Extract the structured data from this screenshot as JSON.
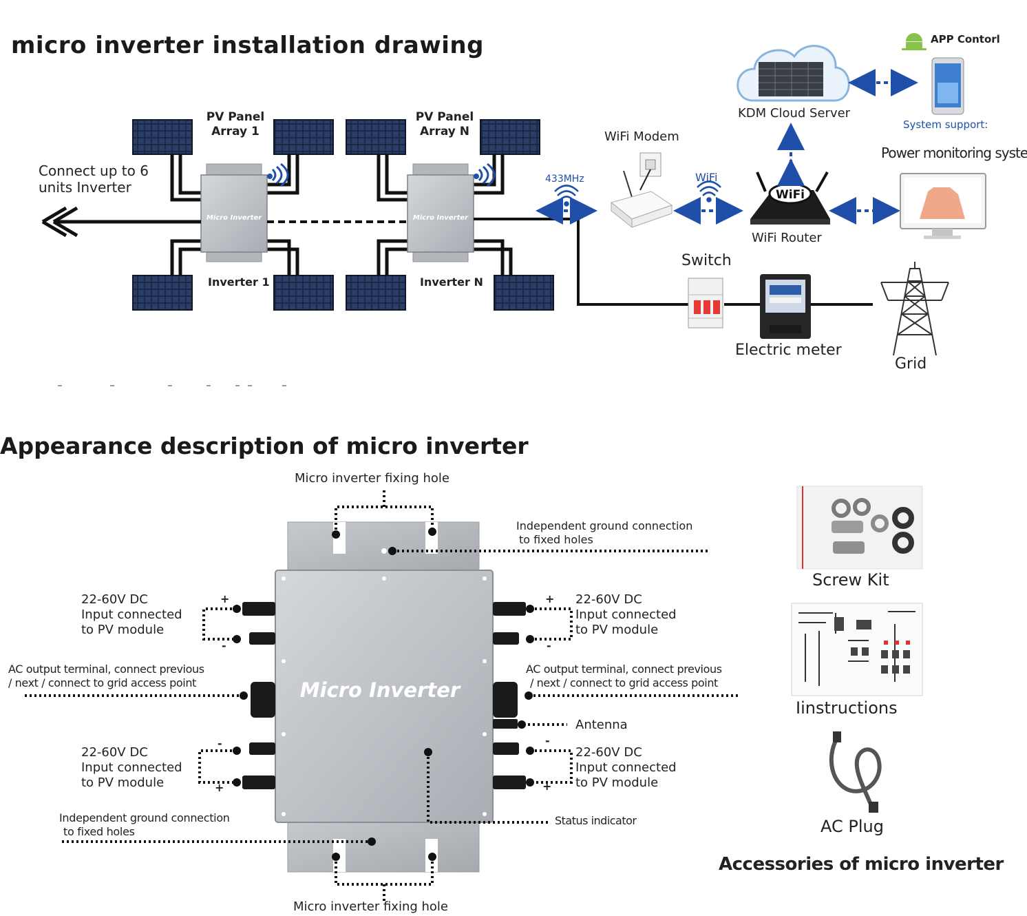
{
  "section1": {
    "title": "micro inverter installation drawing",
    "pv_array_1": [
      "PV  Panel",
      "Array 1"
    ],
    "pv_array_n": [
      "PV  Panel",
      "Array N"
    ],
    "inverter_1": "Inverter  1",
    "inverter_n": "Inverter  N",
    "connect_note": [
      "Connect up to 6",
      "units Inverter"
    ],
    "freq_label": "433MHz",
    "wifi_label": "WiFi",
    "wifi_modem": "WiFi Modem",
    "wifi_router": "WiFi Router",
    "cloud_server": "KDM Cloud Server",
    "app_control": "APP Contorl",
    "system_support": "System support:",
    "power_monitoring": "Power monitoring system",
    "switch": "Switch",
    "electric_meter": "Electric meter",
    "grid": "Grid",
    "router_badge": "WiFi",
    "inverter_face_label": "Micro Inverter"
  },
  "section2": {
    "title": "Appearance description of micro inverter",
    "fixing_hole_top": "Micro inverter fixing hole",
    "fixing_hole_bottom": "Micro inverter fixing hole",
    "ground_top": [
      "Independent ground connection",
      "to fixed holes"
    ],
    "ground_bottom": [
      "Independent ground connection",
      "to fixed holes"
    ],
    "dc_input": [
      "22-60V DC",
      "Input connected",
      "to PV module"
    ],
    "ac_output": [
      "AC output terminal, connect previous",
      "/ next / connect to grid access point"
    ],
    "antenna": "Antenna",
    "status_indicator": "Status indicator",
    "inverter_label": "Micro Inverter",
    "plus": "+",
    "minus": "-"
  },
  "accessories": {
    "screw_kit": "Screw Kit",
    "instructions": "Iinstructions",
    "ac_plug": "AC Plug",
    "title": "Accessories of micro inverter"
  },
  "colors": {
    "line": "#111111",
    "arrow_blue": "#1f4fa8",
    "panel_dark": "#1c2a4a",
    "inverter_silver": "#b8bcc2"
  }
}
